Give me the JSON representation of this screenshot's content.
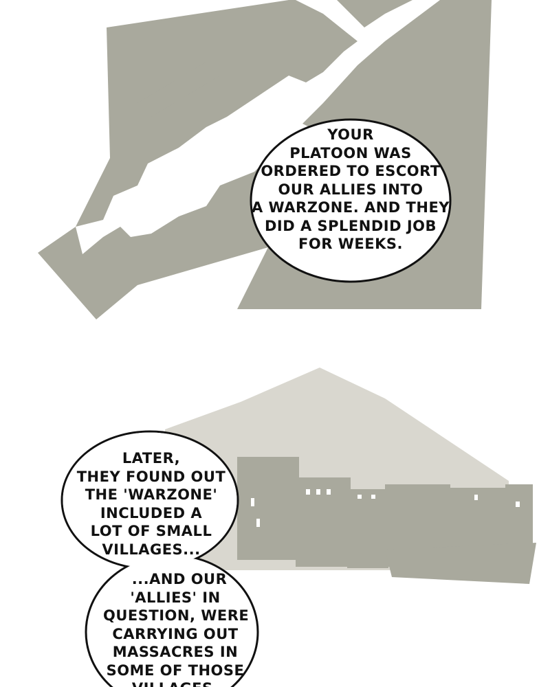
{
  "panels": [
    {
      "bubble": {
        "lines": [
          "YOUR",
          "PLATOON WAS",
          "ORDERED TO ESCORT",
          "OUR ALLIES INTO",
          "A WARZONE. AND THEY",
          "DID A SPLENDID JOB",
          "FOR WEEKS."
        ]
      }
    },
    {
      "bubble_top": {
        "lines": [
          "LATER,",
          "THEY FOUND OUT",
          "THE 'WARZONE'",
          "INCLUDED A",
          "LOT OF SMALL",
          "VILLAGES..."
        ]
      },
      "bubble_bottom": {
        "lines": [
          "...AND OUR",
          "'ALLIES' IN",
          "QUESTION, WERE",
          "CARRYING OUT",
          "MASSACRES IN",
          "SOME OF THOSE",
          "VILLAGES."
        ]
      }
    }
  ],
  "colors": {
    "gray": "#a9a99d",
    "light_gray": "#d9d7cf",
    "ink": "#111111"
  }
}
